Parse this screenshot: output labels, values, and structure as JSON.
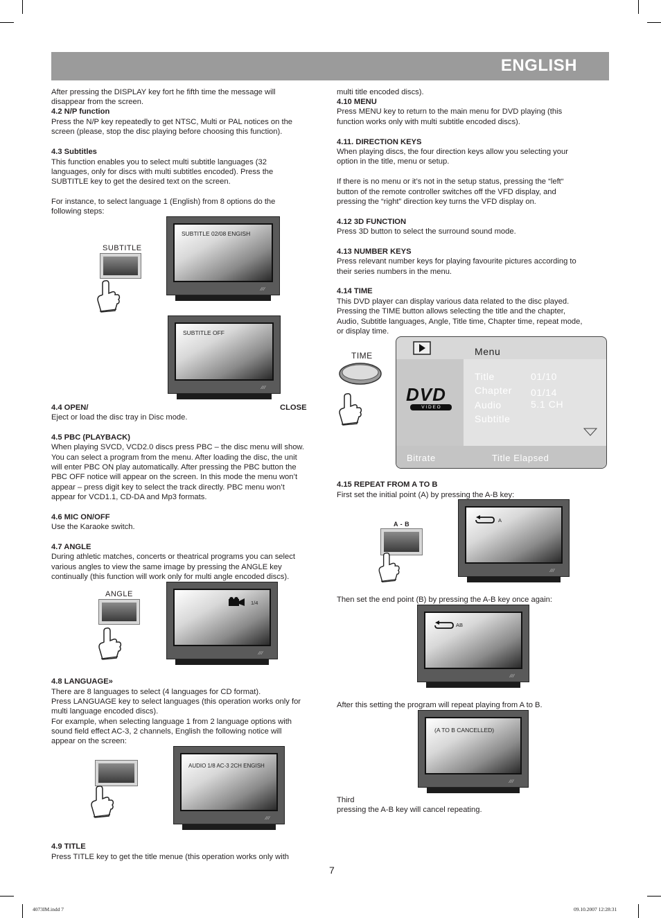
{
  "header": {
    "title": "ENGLISH"
  },
  "left_col": {
    "l1": "After pressing the DISPLAY key fort he fifth time the message will",
    "l2": "disappear from the screen.",
    "h_np": "4.2 N/P function",
    "np1": "Press the N/P key repeatedly to get NTSC, Multi or PAL notices on the",
    "np2": "screen (please, stop the disc playing before choosing this function).",
    "h_sub": "4.3 Subtitles",
    "sub1": "This function enables you to select multi subtitle languages (32",
    "sub2": "languages, only for discs with multi subtitles encoded). Press the",
    "sub3": "SUBTITLE key to get the desired text on the screen.",
    "sub4": "For instance, to select language 1 (English) from 8 options do the",
    "sub5": "following steps:",
    "h_open": "4.4 OPEN/",
    "h_close": "CLOSE",
    "open1": "Eject or load the disc tray in Disc mode.",
    "h_pbc": "4.5 PBC (PLAYBACK)",
    "pbc1": "When playing SVCD, VCD2.0 discs press PBC – the disc menu will show.",
    "pbc2": "You can select a program from the menu. After loading the disc, the unit",
    "pbc3": "will enter PBC ON play automatically. After pressing the PBC button the",
    "pbc4": "PBC OFF notice will appear on the screen. In this mode the menu won’t",
    "pbc5": "appear – press digit key to select the track directly. PBC menu won’t",
    "pbc6": "appear for VCD1.1, CD-DA and Mp3 formats.",
    "h_mic": "4.6 MIC ON/OFF",
    "mic1": "Use the Karaoke switch.",
    "h_angle": "4.7 ANGLE",
    "ang1": "During athletic matches, concerts or theatrical programs you can select",
    "ang2": "various angles to view the same image by pressing the ANGLE key",
    "ang3": "continually (this function will work only for multi angle encoded discs).",
    "h_lang": "4.8 LANGUAGE»",
    "lang1": "There are 8 languages to select (4 languages for CD format).",
    "lang2": "Press LANGUAGE key to select languages (this operation works only for",
    "lang3": "multi language encoded discs).",
    "lang4": "For example, when selecting language 1 from 2 language options with",
    "lang5": "sound field effect AC-3, 2 channels, English the following notice will",
    "lang6": "appear on the screen:",
    "h_title": "4.9 TITLE",
    "title1": "Press TITLE key to get the title menue (this operation works only with"
  },
  "right_col": {
    "r1": "multi title encoded discs).",
    "h_menu": "4.10 MENU",
    "menu1": "Press MENU key to return to the main menu for DVD playing (this",
    "menu2": "function works only with multi subtitle encoded discs).",
    "h_dir": "4.11. DIRECTION KEYS",
    "dir1": "When playing discs, the four direction keys allow you selecting your",
    "dir2": "option in the title, menu or setup.",
    "dir3": "If there is no menu or it’s not in the setup status, pressing the “left“",
    "dir4": "button of the remote controller switches off the VFD display, and",
    "dir5": "pressing the “right” direction key turns the VFD display on.",
    "h_3d": "4.12  3D FUNCTION",
    "d3_1": "Press 3D button to select the surround sound mode.",
    "h_num": "4.13 NUMBER KEYS",
    "num1": "Press relevant number keys for playing favourite pictures according to",
    "num2": "their series numbers in the menu.",
    "h_time": "4.14 TIME",
    "time1": "This DVD player can display various data related to the disc played.",
    "time2": "Pressing the TIME button allows selecting the title and the chapter,",
    "time3": "Audio, Subtitle languages, Angle, Title time, Chapter time, repeat mode,",
    "time4": "or display time.",
    "h_rep": "4.15 REPEAT FROM A TO B",
    "rep1": "First set the initial point (A) by pressing the A-B key:",
    "rep2": "Then set the end point (B) by pressing the A-B key once again:",
    "rep3": "After this setting the program will repeat playing from A to B.",
    "rep4": "Third",
    "rep5": "pressing the A-B key will cancel repeating."
  },
  "figures": {
    "subtitle_btn": "SUBTITLE",
    "osd_sub1": "SUBTITLE 02/08 ENGISH",
    "osd_sub2": "SUBTITLE OFF",
    "angle_btn": "ANGLE",
    "osd_angle": "1/4",
    "osd_audio": "AUDIO 1/8 AC-3 2CH ENGISH",
    "time_btn": "TIME",
    "ab_btn": "A - B",
    "osd_a": "A",
    "osd_ab": "AB",
    "osd_cancel": "(A TO B CANCELLED)",
    "tv_logo": "∕∕∕"
  },
  "menu_screen": {
    "menu": "Menu",
    "dvd": "DVD",
    "video": "V I D E O",
    "title": "Title",
    "chapter": "Chapter",
    "audio": "Audio",
    "subtitle": "Subtitle",
    "title_val": "01/10",
    "chapter_val": "01/14",
    "audio_val": "5.1 CH",
    "bitrate": "Bitrate",
    "elapsed": "Title Elapsed"
  },
  "page": {
    "number": "7"
  },
  "footer": {
    "file": "4073IM.indd   7",
    "date": "09.10.2007   12:28:31"
  }
}
